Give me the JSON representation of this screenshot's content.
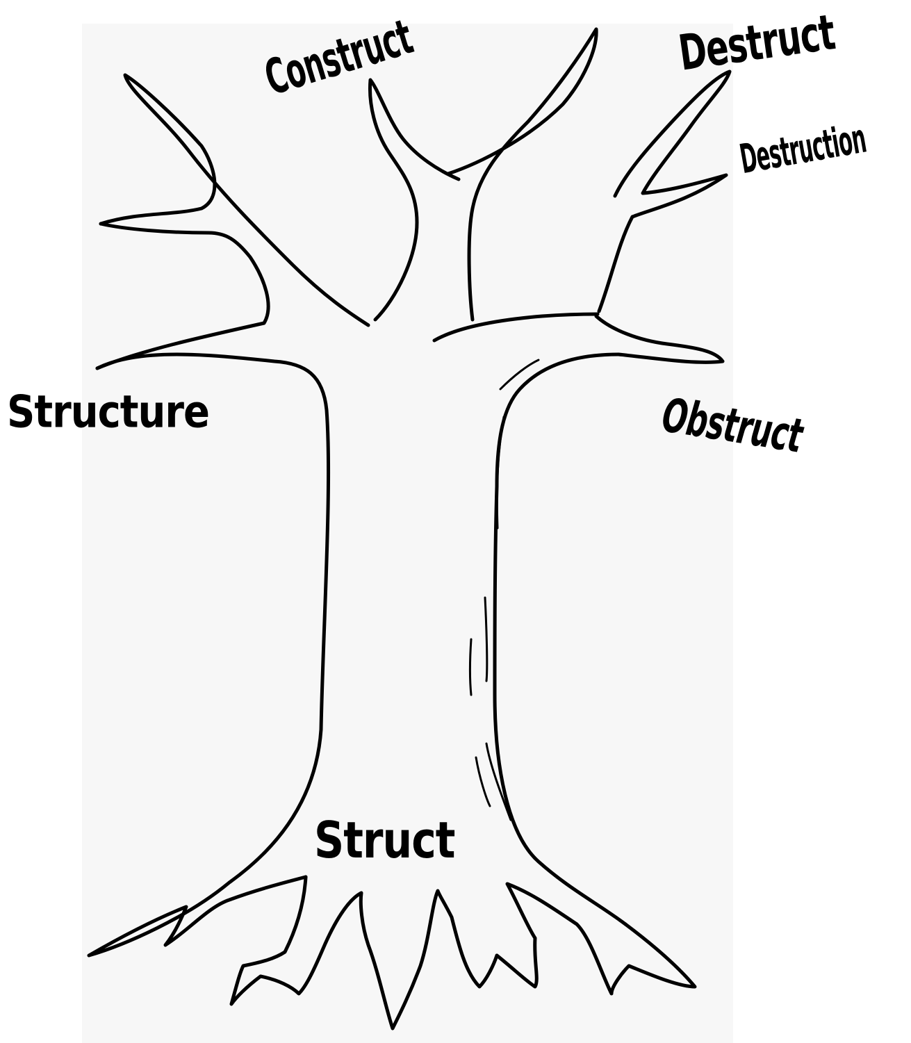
{
  "words": {
    "root": "Struct",
    "branch_left": "Structure",
    "branch_top_left": "Construct",
    "branch_top_right": "Destruct",
    "branch_right_upper": "Destruction",
    "branch_right": "Obstruct"
  },
  "colors": {
    "ink": "#000000",
    "paper": "#f7f7f7",
    "page": "#ffffff"
  }
}
